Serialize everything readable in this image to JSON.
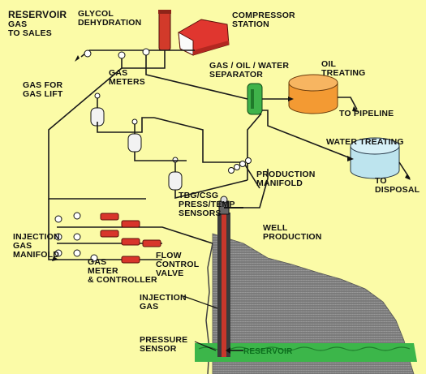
{
  "labels": {
    "reservoir_gas_title": "RESERVOIR",
    "gas_to_sales": "GAS\nTO SALES",
    "glycol_dehydration": "GLYCOL\nDEHYDRATION",
    "compressor_station": "COMPRESSOR\nSTATION",
    "gas_meters": "GAS\nMETERS",
    "gas_for_gas_lift": "GAS FOR\nGAS LIFT",
    "gas_oil_water_separator": "GAS / OIL / WATER\nSEPARATOR",
    "oil_treating": "OIL\nTREATING",
    "to_pipeline": "TO PIPELINE",
    "water_treating": "WATER TREATING",
    "to_disposal": "TO\nDISPOSAL",
    "production_manifold": "PRODUCTION\nMANIFOLD",
    "tbg_csg_sensors": "TBG/CSG\nPRESS/TEMP\nSENSORS",
    "well_production": "WELL\nPRODUCTION",
    "injection_gas_manifold": "INJECTION\nGAS\nMANIFOLD",
    "gas_meter_controller": "GAS\nMETER\n& CONTROLLER",
    "flow_control_valve": "FLOW\nCONTROL\nVALVE",
    "injection_gas": "INJECTION\nGAS",
    "pressure_sensor": "PRESSURE\nSENSOR",
    "reservoir_zone": "RESERVOIR"
  },
  "colors": {
    "background": "#fbfba7",
    "pipe": "#1a1a1a",
    "glycol_tower": "#d23a2a",
    "compressor": "#e0362f",
    "separator": "#3fb24a",
    "oil_tank": "#f39a33",
    "water_tank": "#bde4ee",
    "valve": "#d8352b",
    "formation": "#8a8a8a",
    "reservoir": "#3cb64a"
  },
  "icons": {
    "compressor": "building-icon",
    "glycol": "tower-icon",
    "separator": "separator-vessel-icon",
    "oil_tank": "tank-icon",
    "water_tank": "tank-icon",
    "wellhead": "wellhead-icon",
    "meter": "gauge-icon",
    "valve": "valve-icon"
  }
}
